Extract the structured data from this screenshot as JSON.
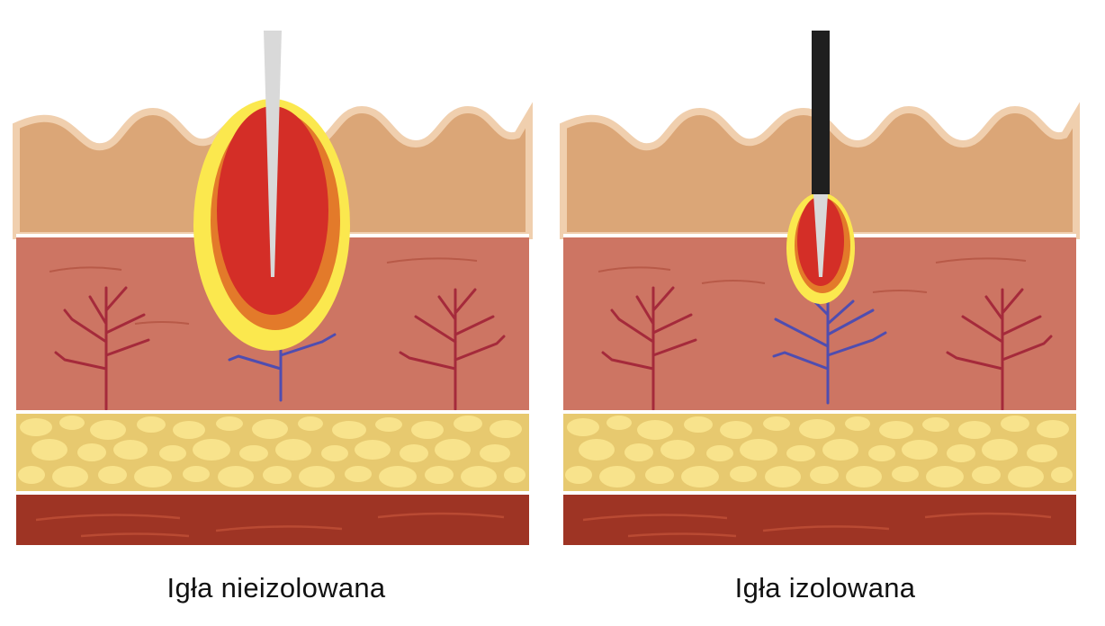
{
  "panels": [
    {
      "caption": "Igła nieizolowana",
      "needle_type": "uninsulated",
      "needle_color": "#d9d9d9"
    },
    {
      "caption": "Igła izolowana",
      "needle_type": "insulated",
      "needle_color": "#1f1f1f"
    }
  ],
  "colors": {
    "epidermis": "#dba677",
    "epidermis_edge": "#f0cfae",
    "dermis": "#cd7563",
    "dermis_fiber": "#b85a48",
    "fat_bg": "#e7c96f",
    "fat_cell": "#f8e38c",
    "muscle": "#9e3424",
    "muscle_fiber": "#b94a33",
    "vessel_red": "#a52a3b",
    "vessel_blue": "#4f4db0",
    "burn_red": "#d42e27",
    "burn_orange": "#e37a2a",
    "burn_yellow": "#fbe84e"
  }
}
